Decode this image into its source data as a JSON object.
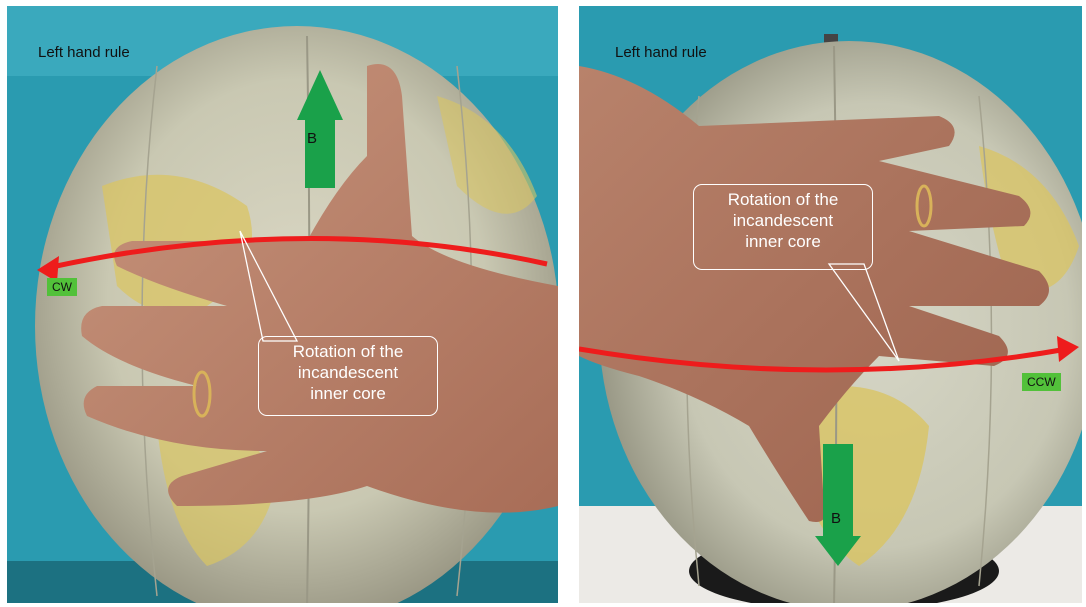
{
  "panels": [
    {
      "title": "Left hand rule",
      "field_label": "B",
      "direction_label": "CW",
      "callout": [
        "Rotation of the",
        "incandescent",
        "inner core"
      ]
    },
    {
      "title": "Left hand rule",
      "field_label": "B",
      "direction_label": "CCW",
      "callout": [
        "Rotation of the",
        "incandescent",
        "inner core"
      ]
    }
  ],
  "colors": {
    "rotation_arrow": "#ee1c1c",
    "field_arrow": "#1aa14a",
    "direction_tag": "#52c13a",
    "background_cloth": "#1f94a8"
  }
}
